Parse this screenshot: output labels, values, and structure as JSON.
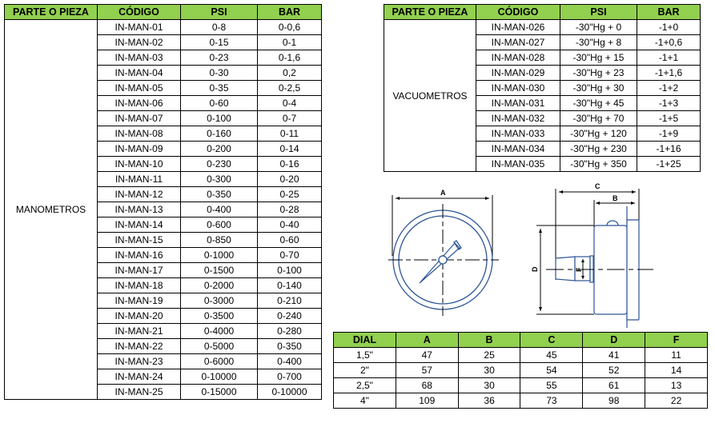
{
  "manometros": {
    "headers": [
      "PARTE O PIEZA",
      "CÓDIGO",
      "PSI",
      "BAR"
    ],
    "group": "MANOMETROS",
    "rows": [
      [
        "IN-MAN-01",
        "0-8",
        "0-0,6"
      ],
      [
        "IN-MAN-02",
        "0-15",
        "0-1"
      ],
      [
        "IN-MAN-03",
        "0-23",
        "0-1,6"
      ],
      [
        "IN-MAN-04",
        "0-30",
        "0,2"
      ],
      [
        "IN-MAN-05",
        "0-35",
        "0-2,5"
      ],
      [
        "IN-MAN-06",
        "0-60",
        "0-4"
      ],
      [
        "IN-MAN-07",
        "0-100",
        "0-7"
      ],
      [
        "IN-MAN-08",
        "0-160",
        "0-11"
      ],
      [
        "IN-MAN-09",
        "0-200",
        "0-14"
      ],
      [
        "IN-MAN-10",
        "0-230",
        "0-16"
      ],
      [
        "IN-MAN-11",
        "0-300",
        "0-20"
      ],
      [
        "IN-MAN-12",
        "0-350",
        "0-25"
      ],
      [
        "IN-MAN-13",
        "0-400",
        "0-28"
      ],
      [
        "IN-MAN-14",
        "0-600",
        "0-40"
      ],
      [
        "IN-MAN-15",
        "0-850",
        "0-60"
      ],
      [
        "IN-MAN-16",
        "0-1000",
        "0-70"
      ],
      [
        "IN-MAN-17",
        "0-1500",
        "0-100"
      ],
      [
        "IN-MAN-18",
        "0-2000",
        "0-140"
      ],
      [
        "IN-MAN-19",
        "0-3000",
        "0-210"
      ],
      [
        "IN-MAN-20",
        "0-3500",
        "0-240"
      ],
      [
        "IN-MAN-21",
        "0-4000",
        "0-280"
      ],
      [
        "IN-MAN-22",
        "0-5000",
        "0-350"
      ],
      [
        "IN-MAN-23",
        "0-6000",
        "0-400"
      ],
      [
        "IN-MAN-24",
        "0-10000",
        "0-700"
      ],
      [
        "IN-MAN-25",
        "0-15000",
        "0-10000"
      ]
    ]
  },
  "vacuometros": {
    "headers": [
      "PARTE O PIEZA",
      "CÓDIGO",
      "PSI",
      "BAR"
    ],
    "group": "VACUOMETROS",
    "rows": [
      [
        "IN-MAN-026",
        "-30\"Hg + 0",
        "-1+0"
      ],
      [
        "IN-MAN-027",
        "-30\"Hg + 8",
        "-1+0,6"
      ],
      [
        "IN-MAN-028",
        "-30\"Hg + 15",
        "-1+1"
      ],
      [
        "IN-MAN-029",
        "-30\"Hg + 23",
        "-1+1,6"
      ],
      [
        "IN-MAN-030",
        "-30\"Hg + 30",
        "-1+2"
      ],
      [
        "IN-MAN-031",
        "-30\"Hg + 45",
        "-1+3"
      ],
      [
        "IN-MAN-032",
        "-30\"Hg + 70",
        "-1+5"
      ],
      [
        "IN-MAN-033",
        "-30\"Hg + 120",
        "-1+9"
      ],
      [
        "IN-MAN-034",
        "-30\"Hg + 230",
        "-1+16"
      ],
      [
        "IN-MAN-035",
        "-30\"Hg + 350",
        "-1+25"
      ]
    ]
  },
  "dimensions": {
    "headers": [
      "DIAL",
      "A",
      "B",
      "C",
      "D",
      "F"
    ],
    "rows": [
      [
        "1,5\"",
        "47",
        "25",
        "45",
        "41",
        "11"
      ],
      [
        "2\"",
        "57",
        "30",
        "54",
        "52",
        "14"
      ],
      [
        "2,5\"",
        "68",
        "30",
        "55",
        "61",
        "13"
      ],
      [
        "4\"",
        "109",
        "36",
        "73",
        "98",
        "22"
      ]
    ]
  },
  "drawing": {
    "labels": {
      "a": "A",
      "b": "B",
      "c": "C",
      "d": "D",
      "f": "F"
    },
    "line_color": "#2e5597"
  }
}
